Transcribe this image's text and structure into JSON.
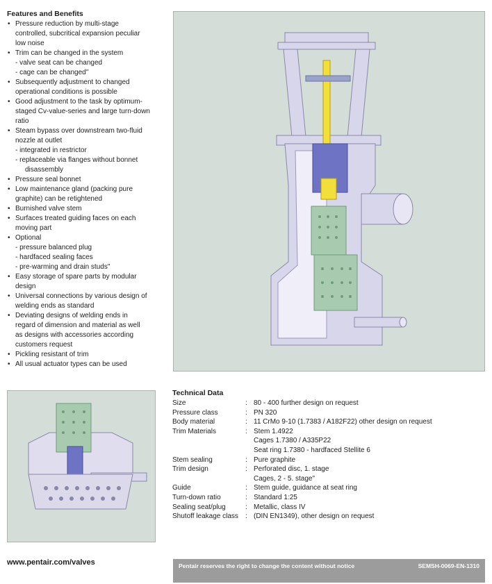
{
  "features": {
    "title": "Features and Benefits",
    "lines": [
      {
        "type": "bullet",
        "text": "Pressure reduction by multi-stage"
      },
      {
        "type": "cont",
        "text": "controlled, subcritical expansion peculiar"
      },
      {
        "type": "cont",
        "text": "low noise"
      },
      {
        "type": "bullet",
        "text": "Trim can be changed in the system"
      },
      {
        "type": "cont",
        "text": "- valve seat can be changed"
      },
      {
        "type": "cont",
        "text": "- cage can be changed\""
      },
      {
        "type": "bullet",
        "text": "Subsequently adjustment to changed"
      },
      {
        "type": "cont",
        "text": "operational conditions is possible"
      },
      {
        "type": "bullet",
        "text": "Good adjustment to the task by optimum-"
      },
      {
        "type": "cont",
        "text": "staged Cv-value-series and large turn-down"
      },
      {
        "type": "cont",
        "text": "ratio"
      },
      {
        "type": "bullet",
        "text": "Steam bypass over downstream two-fluid"
      },
      {
        "type": "cont",
        "text": "nozzle at outlet"
      },
      {
        "type": "cont",
        "text": "- integrated in restrictor"
      },
      {
        "type": "cont",
        "text": "- replaceable via flanges  without bonnet"
      },
      {
        "type": "cont2",
        "text": "disassembly"
      },
      {
        "type": "bullet",
        "text": "Pressure seal bonnet"
      },
      {
        "type": "bullet",
        "text": "Low maintenance gland (packing pure"
      },
      {
        "type": "cont",
        "text": "graphite) can be retightened"
      },
      {
        "type": "bullet",
        "text": "Burnished valve stem"
      },
      {
        "type": "bullet",
        "text": "Surfaces treated guiding faces on each"
      },
      {
        "type": "cont",
        "text": "moving part"
      },
      {
        "type": "bullet",
        "text": "Optional"
      },
      {
        "type": "cont",
        "text": "- pressure balanced plug"
      },
      {
        "type": "cont",
        "text": "- hardfaced sealing faces"
      },
      {
        "type": "cont",
        "text": "- pre-warming and drain studs\""
      },
      {
        "type": "bullet",
        "text": "Easy storage of spare parts by modular"
      },
      {
        "type": "cont",
        "text": "design"
      },
      {
        "type": "bullet",
        "text": "Universal connections by various design of"
      },
      {
        "type": "cont",
        "text": "welding ends as standard"
      },
      {
        "type": "bullet",
        "text": "Deviating designs of welding ends in"
      },
      {
        "type": "cont",
        "text": "regard of dimension and material as well"
      },
      {
        "type": "cont",
        "text": "as designs with accessories according"
      },
      {
        "type": "cont",
        "text": "customers request"
      },
      {
        "type": "bullet",
        "text": "Pickling resistant of trim"
      },
      {
        "type": "bullet",
        "text": "All usual actuator types can be used"
      }
    ]
  },
  "technical": {
    "title": "Technical Data",
    "separator": ":",
    "rows": [
      {
        "key": "Size",
        "values": [
          "80 - 400 further design on request"
        ]
      },
      {
        "key": "Pressure class",
        "values": [
          "PN 320"
        ]
      },
      {
        "key": "Body material",
        "values": [
          "11 CrMo 9-10 (1.7383 / A182F22) other design on request"
        ]
      },
      {
        "key": "Trim Materials",
        "values": [
          "Stem 1.4922",
          "Cages 1.7380 / A335P22",
          "Seat ring 1.7380 - hardfaced Stellite 6"
        ]
      },
      {
        "key": "Stem sealing",
        "values": [
          "Pure graphite"
        ]
      },
      {
        "key": "Trim design",
        "values": [
          "Perforated disc, 1. stage",
          "Cages, 2 - 5. stage\""
        ]
      },
      {
        "key": "Guide",
        "values": [
          "Stem guide, guidance at seat ring"
        ]
      },
      {
        "key": "Turn-down ratio",
        "values": [
          "Standard 1:25"
        ]
      },
      {
        "key": "Sealing seat/plug",
        "values": [
          "Metallic, class IV"
        ]
      },
      {
        "key": "Shutoff leakage class",
        "values": [
          "(DIN EN1349), other design on request"
        ]
      }
    ]
  },
  "footer": {
    "url": "www.pentair.com/valves",
    "notice": "Pentair reserves the right to change the content without notice",
    "code": "SEMSH-0069-EN-1310"
  },
  "colors": {
    "figure_background": "#d4ddd7",
    "valve_body": "#d8d6ea",
    "section_cut": "#f0eef8",
    "cage_green": "#a8cbb0",
    "stem_yellow": "#f2df3c",
    "plug_blue": "#6f73c4",
    "footer_bar": "#9c9c9c"
  }
}
